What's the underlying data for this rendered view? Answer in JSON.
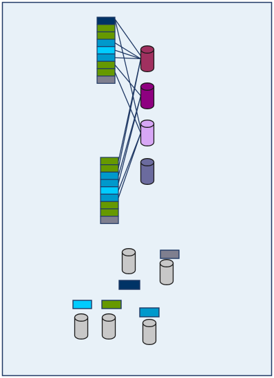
{
  "colors": {
    "frame_fill": "#e8f1f8",
    "frame_border": "#1f3864",
    "link_line": "#1f3864",
    "block_border": "#1f3864",
    "header": "#003366",
    "green": "#669900",
    "mid_blue": "#0099cc",
    "light_blue": "#00ccff",
    "gray": "#7f7f8f",
    "cyl_maroon": "#a0305f",
    "cyl_purple": "#8e0080",
    "cyl_lilac": "#d7a7f5",
    "cyl_slate": "#6b6b9e",
    "cyl_gray": "#c8c8c8",
    "cyl_outline": "#1a1a1a"
  },
  "stacks": [
    {
      "name": "upper-stack",
      "slots": [
        "header",
        "green",
        "green",
        "mid_blue",
        "light_blue",
        "mid_blue",
        "green",
        "green",
        "gray"
      ]
    },
    {
      "name": "lower-stack",
      "slots": [
        "green",
        "green",
        "mid_blue",
        "mid_blue",
        "light_blue",
        "mid_blue",
        "green",
        "green",
        "gray"
      ]
    }
  ],
  "upper_cylinders": [
    "cyl_maroon",
    "cyl_purple",
    "cyl_lilac",
    "cyl_slate"
  ],
  "loose_blocks": [
    "gray",
    "header",
    "light_blue",
    "green",
    "mid_blue"
  ],
  "lower_cylinders": [
    "cyl_gray",
    "cyl_gray",
    "cyl_gray",
    "cyl_gray",
    "cyl_gray"
  ]
}
